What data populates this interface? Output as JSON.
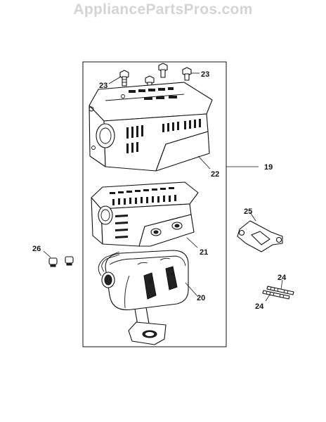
{
  "watermark": "AppliancePartsPros.com",
  "callouts": {
    "c19": "19",
    "c20": "20",
    "c21": "21",
    "c22": "22",
    "c23a": "23",
    "c23b": "23",
    "c24a": "24",
    "c24b": "24",
    "c25": "25",
    "c26": "26"
  }
}
